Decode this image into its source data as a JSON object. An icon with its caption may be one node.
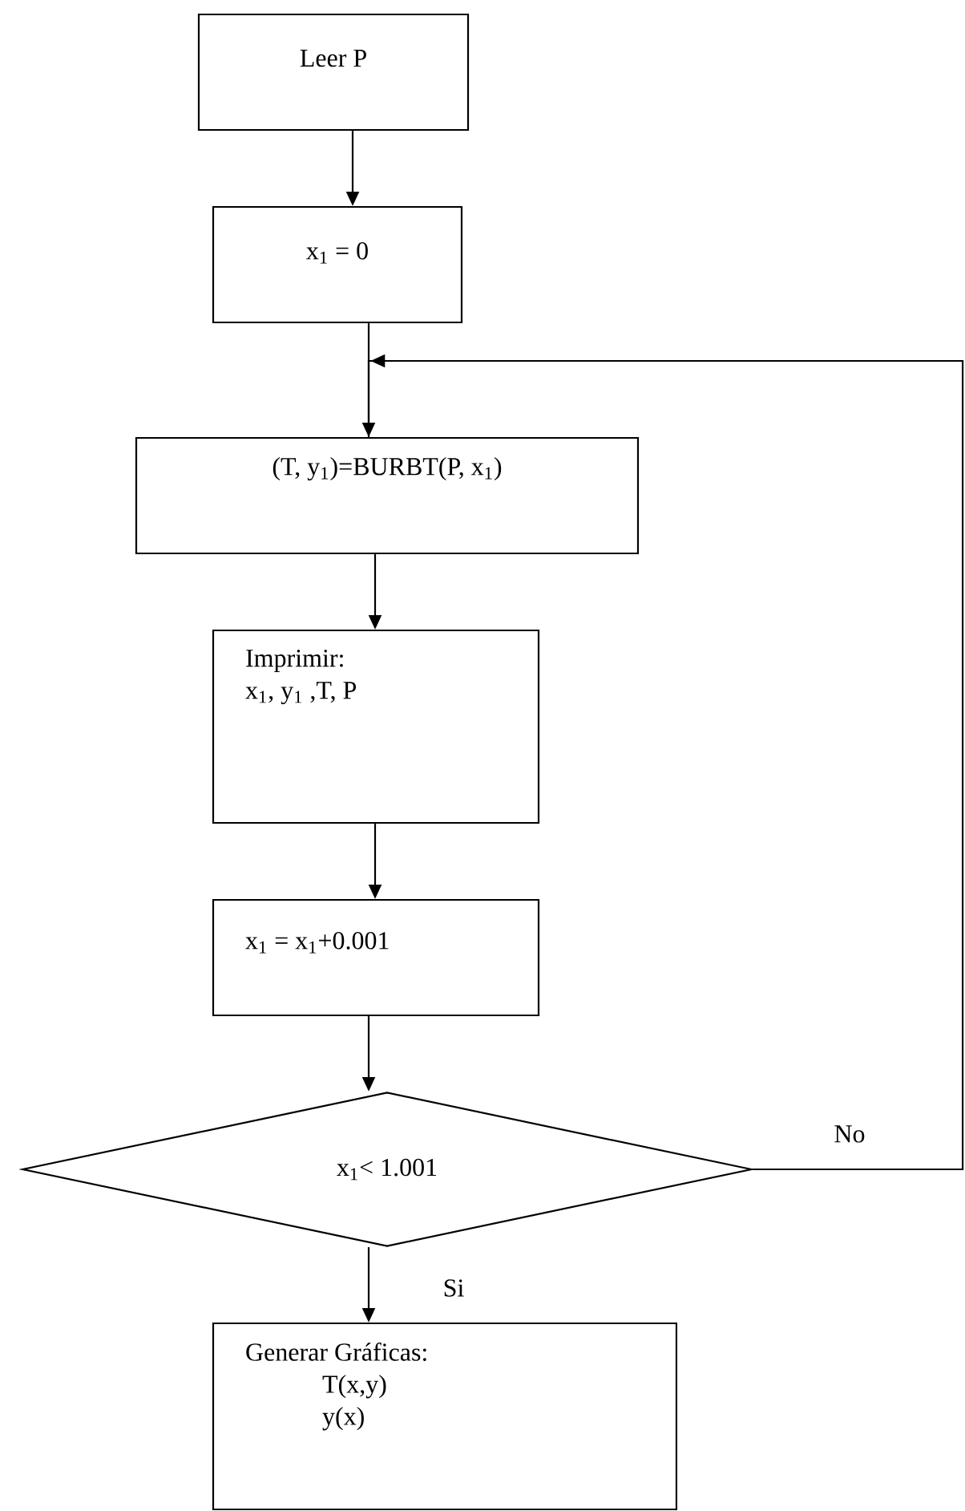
{
  "diagram": {
    "nodes": [
      {
        "text": [
          "Leer P"
        ]
      },
      {
        "text": [
          "x$_{1}$ = 0"
        ]
      },
      {
        "text": [
          "(T, y$_{1}$)=BURBT(P, x$_{1}$)"
        ]
      },
      {
        "text": [
          "Imprimir:",
          "x$_{1}$, y$_{1}$ ,T, P"
        ]
      },
      {
        "text": [
          "x$_{1}$ = x$_{1}$+0.001"
        ]
      },
      {
        "text": [
          "x$_{1}$< 1.001"
        ]
      },
      {
        "text": [
          "Generar Gráficas:",
          "T(x,y)",
          "y(x)"
        ]
      }
    ],
    "edges": [
      {
        "from": 0,
        "to": 1,
        "arrow": "to"
      },
      {
        "from": 1,
        "to": 2,
        "arrow": "to"
      },
      {
        "from": 2,
        "to": 3,
        "arrow": "to"
      },
      {
        "from": 3,
        "to": 4,
        "arrow": "to"
      },
      {
        "from": 4,
        "to": 5,
        "arrow": "to"
      },
      {
        "from": 5,
        "to": 6,
        "label": "Si",
        "arrow": "to"
      },
      {
        "from": 5,
        "to": 2,
        "label": "No",
        "arrow": "to"
      }
    ]
  }
}
